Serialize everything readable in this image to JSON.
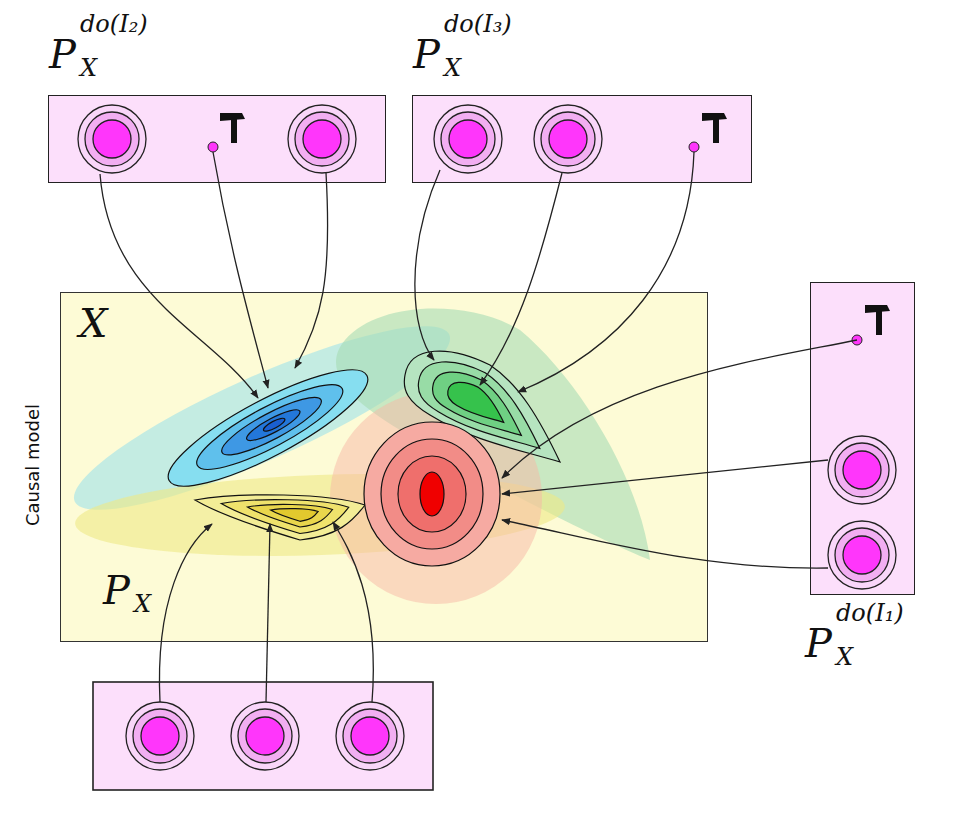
{
  "diagram": {
    "nodes": [
      {
        "text": [
          "P",
          "X",
          "do(I₂)"
        ]
      },
      {
        "text": [
          "P",
          "X",
          "do(I₃)"
        ]
      },
      {
        "text": [
          "X",
          "Causal model"
        ]
      },
      {
        "text": [
          "P",
          "X",
          "do(I₁)"
        ]
      }
    ],
    "labels": [
      "P",
      "X"
    ]
  }
}
